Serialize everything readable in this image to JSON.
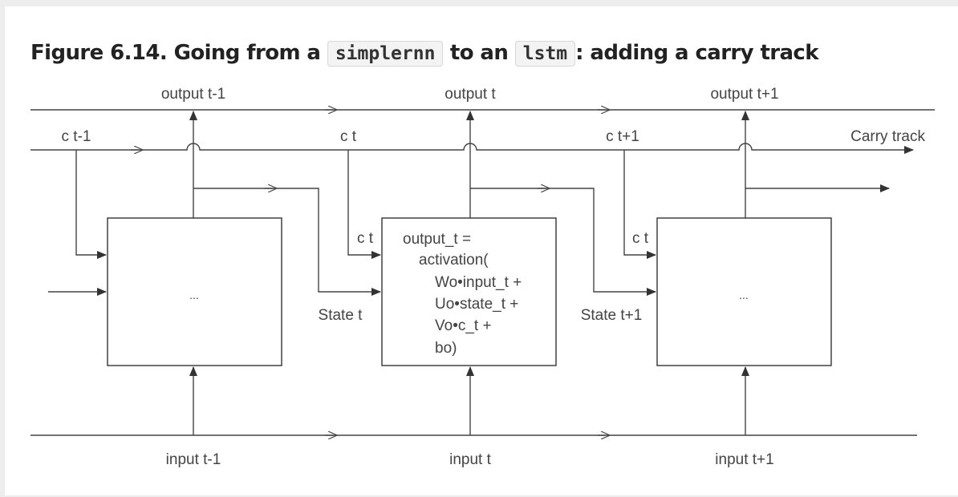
{
  "figure": {
    "title_prefix": "Figure 6.14. Going from a",
    "code1": "simplernn",
    "title_mid": "to an",
    "code2": "lstm",
    "title_suffix": ": adding a carry track"
  },
  "diagram": {
    "outputs": [
      "output t-1",
      "output t",
      "output t+1"
    ],
    "inputs": [
      "input t-1",
      "input t",
      "input t+1"
    ],
    "carry_labels": [
      "c t-1",
      "c t",
      "c t+1"
    ],
    "carry_track_label": "Carry track",
    "cell_carry_in": [
      "c t",
      "c t"
    ],
    "state_labels": [
      "State t",
      "State t+1"
    ],
    "cell_left_text": "...",
    "cell_right_text": "...",
    "formula": [
      "output_t =",
      "activation(",
      "Wo•input_t +",
      "Uo•state_t +",
      "Vo•c_t +",
      "bo)"
    ],
    "colors": {
      "lines": "#444444",
      "box_border": "#333333",
      "text": "#444444"
    }
  }
}
